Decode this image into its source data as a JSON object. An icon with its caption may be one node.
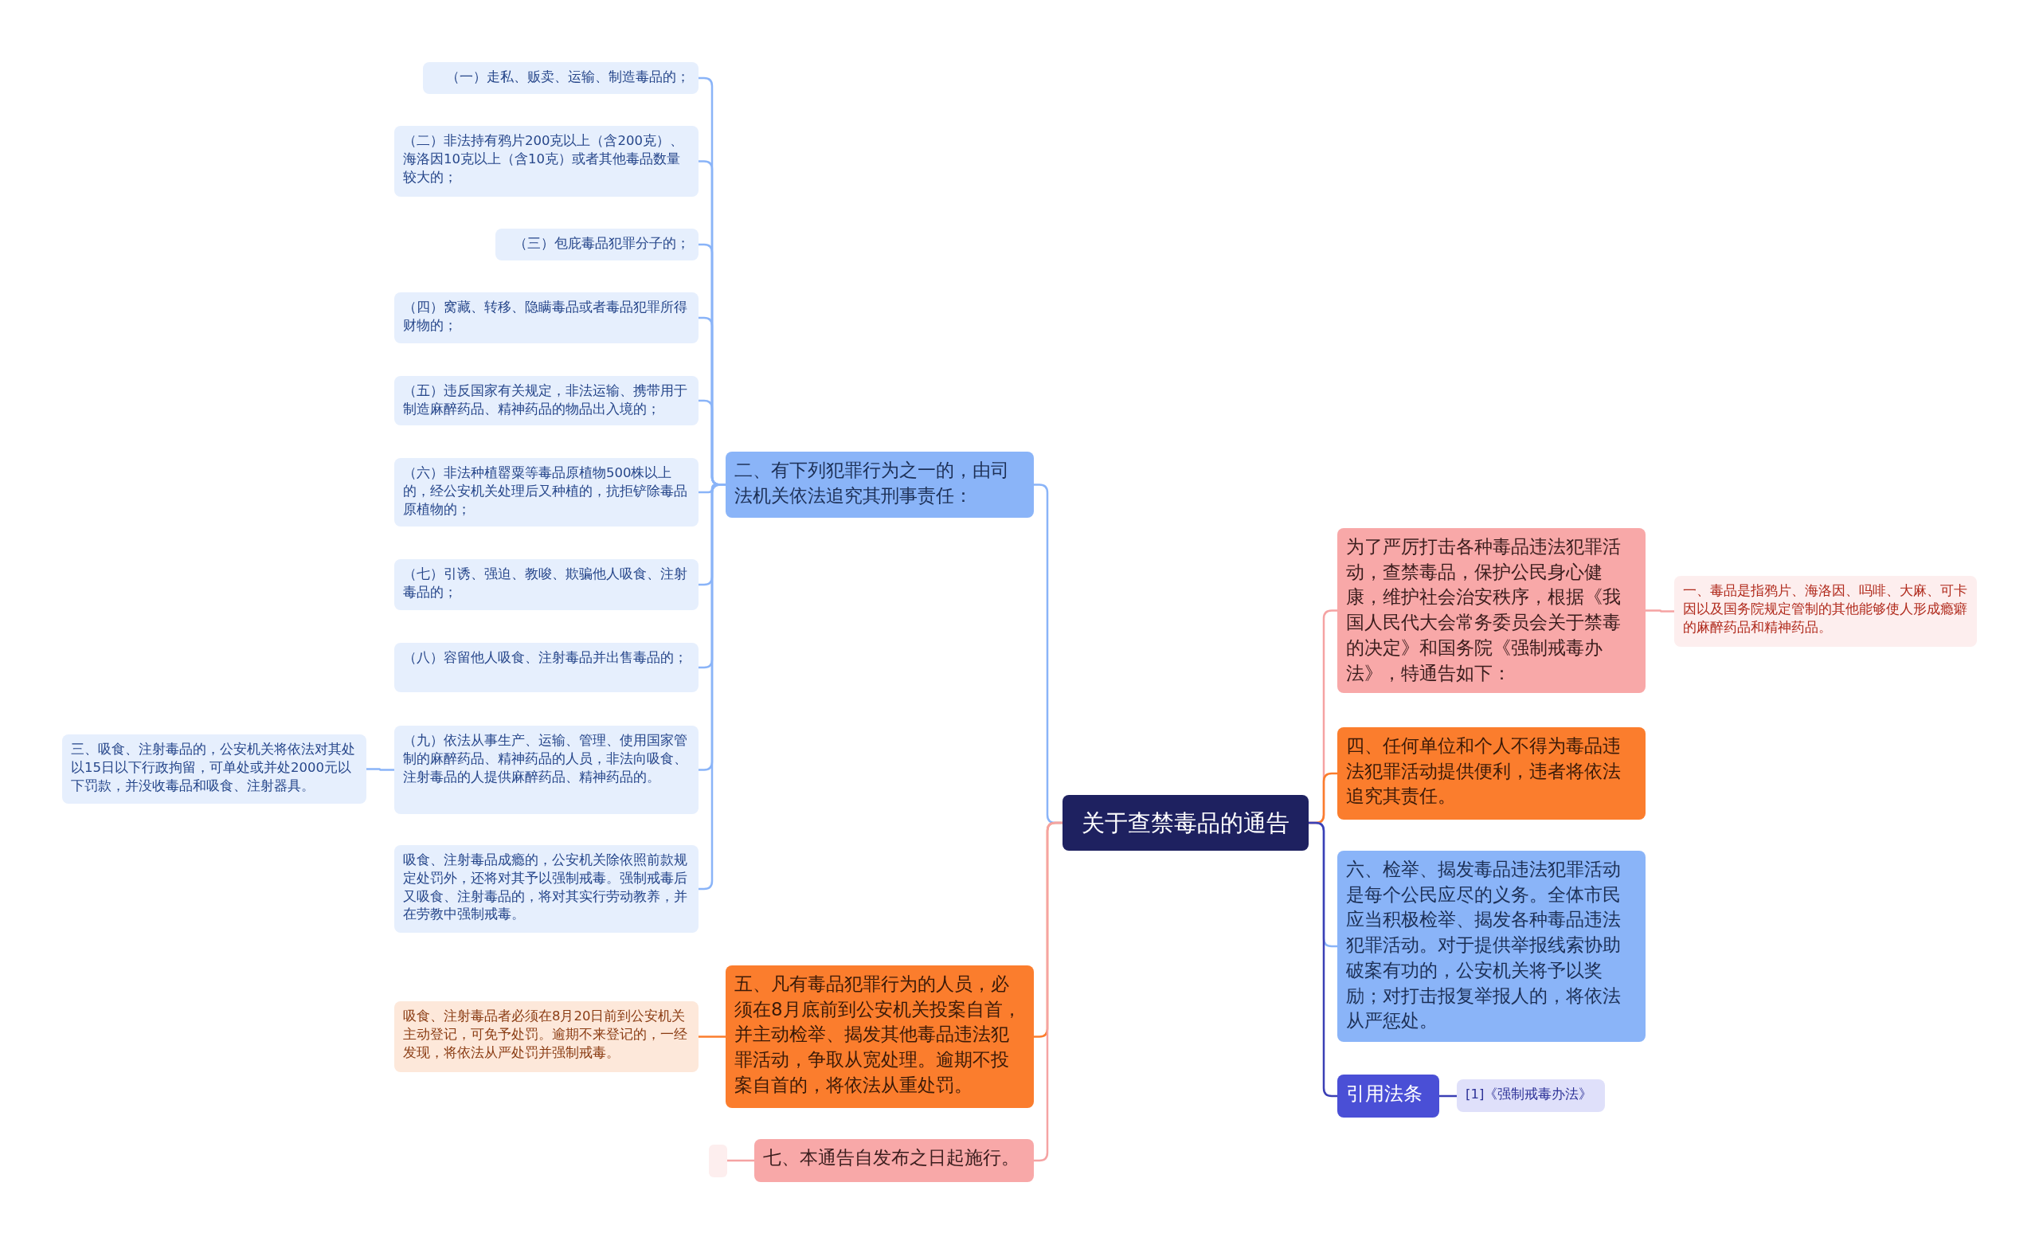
{
  "diagram": {
    "nodes": [
      {
        "text": [
          "关于查禁毒品的通告"
        ]
      },
      {
        "text": [
          "二、有下列犯罪行为之一的，由司法机关依法追究其刑事责任："
        ]
      },
      {
        "text": [
          "（一）走私、贩卖、运输、制造毒品的；"
        ]
      },
      {
        "text": [
          "（二）非法持有鸦片200克以上（含200克）、海洛因10克以上（含10克）或者其他毒品数量较大的；"
        ]
      },
      {
        "text": [
          "（三）包庇毒品犯罪分子的；"
        ]
      },
      {
        "text": [
          "（四）窝藏、转移、隐瞒毒品或者毒品犯罪所得财物的；"
        ]
      },
      {
        "text": [
          "（五）违反国家有关规定，非法运输、携带用于制造麻醉药品、精神药品的物品出入境的；"
        ]
      },
      {
        "text": [
          "（六）非法种植罂粟等毒品原植物500株以上的，经公安机关处理后又种植的，抗拒铲除毒品原植物的；"
        ]
      },
      {
        "text": [
          "（七）引诱、强迫、教唆、欺骗他人吸食、注射毒品的；"
        ]
      },
      {
        "text": [
          "（八）容留他人吸食、注射毒品并出售毒品的；"
        ]
      },
      {
        "text": [
          "（九）依法从事生产、运输、管理、使用国家管制的麻醉药品、精神药品的人员，非法向吸食、注射毒品的人提供麻醉药品、精神药品的。"
        ]
      },
      {
        "text": [
          "三、吸食、注射毒品的，公安机关将依法对其处以15日以下行政拘留，可单处或并处2000元以下罚款，并没收毒品和吸食、注射器具。"
        ]
      },
      {
        "text": [
          "吸食、注射毒品成瘾的，公安机关除依照前款规定处罚外，还将对其予以强制戒毒。强制戒毒后又吸食、注射毒品的，将对其实行劳动教养，并在劳教中强制戒毒。"
        ]
      },
      {
        "text": [
          "五、凡有毒品犯罪行为的人员，必须在8月底前到公安机关投案自首，并主动检举、揭发其他毒品违法犯罪活动，争取从宽处理。逾期不投案自首的，将依法从重处罚。"
        ]
      },
      {
        "text": [
          "吸食、注射毒品者必须在8月20日前到公安机关主动登记，可免予处罚。逾期不来登记的，一经发现，将依法从严处罚并强制戒毒。"
        ]
      },
      {
        "text": [
          "七、本通告自发布之日起施行。"
        ]
      },
      {
        "text": [],
        "shape": "box"
      },
      {
        "text": [
          "为了严厉打击各种毒品违法犯罪活动，查禁毒品，保护公民身心健康，维护社会治安秩序，根据《我国人民代大会常务委员会关于禁毒的决定》和国务院《强制戒毒办法》，特通告如下："
        ]
      },
      {
        "text": [
          "一、毒品是指鸦片、海洛因、吗啡、大麻、可卡因以及国务院规定管制的其他能够使人形成瘾癖的麻醉药品和精神药品。"
        ]
      },
      {
        "text": [
          "四、任何单位和个人不得为毒品违法犯罪活动提供便利，违者将依法追究其责任。"
        ]
      },
      {
        "text": [
          "六、检举、揭发毒品违法犯罪活动是每个公民应尽的义务。全体市民应当积极检举、揭发各种毒品违法犯罪活动。对于提供举报线索协助破案有功的，公安机关将予以奖励；对打击报复举报人的，将依法从严惩处。"
        ]
      },
      {
        "text": [
          "引用法条"
        ]
      },
      {
        "text": [
          "[1]《强制戒毒办法》"
        ]
      }
    ],
    "edges": [
      {
        "from": 0,
        "to": 1,
        "arrow": "none"
      },
      {
        "from": 1,
        "to": 2,
        "arrow": "none"
      },
      {
        "from": 1,
        "to": 3,
        "arrow": "none"
      },
      {
        "from": 1,
        "to": 4,
        "arrow": "none"
      },
      {
        "from": 1,
        "to": 5,
        "arrow": "none"
      },
      {
        "from": 1,
        "to": 6,
        "arrow": "none"
      },
      {
        "from": 1,
        "to": 7,
        "arrow": "none"
      },
      {
        "from": 1,
        "to": 8,
        "arrow": "none"
      },
      {
        "from": 1,
        "to": 9,
        "arrow": "none"
      },
      {
        "from": 1,
        "to": 10,
        "arrow": "none"
      },
      {
        "from": 10,
        "to": 11,
        "arrow": "none"
      },
      {
        "from": 1,
        "to": 12,
        "arrow": "none"
      },
      {
        "from": 0,
        "to": 13,
        "arrow": "none",
        "color": "#fb7d2d"
      },
      {
        "from": 13,
        "to": 14,
        "arrow": "none",
        "color": "#fb7d2d"
      },
      {
        "from": 0,
        "to": 15,
        "arrow": "none",
        "color": "#f5a3a3"
      },
      {
        "from": 15,
        "to": 16,
        "arrow": "none",
        "color": "#f5a3a3"
      },
      {
        "from": 0,
        "to": 17,
        "arrow": "none",
        "color": "#f5a3a3"
      },
      {
        "from": 17,
        "to": 18,
        "arrow": "none",
        "color": "#f5a3a3"
      },
      {
        "from": 0,
        "to": 19,
        "arrow": "none",
        "color": "#fb7d2d"
      },
      {
        "from": 0,
        "to": 20,
        "arrow": "none"
      },
      {
        "from": 0,
        "to": 21,
        "arrow": "none",
        "color": "#3b3fb5"
      },
      {
        "from": 21,
        "to": 22,
        "arrow": "none",
        "color": "#3b3fb5"
      }
    ]
  }
}
